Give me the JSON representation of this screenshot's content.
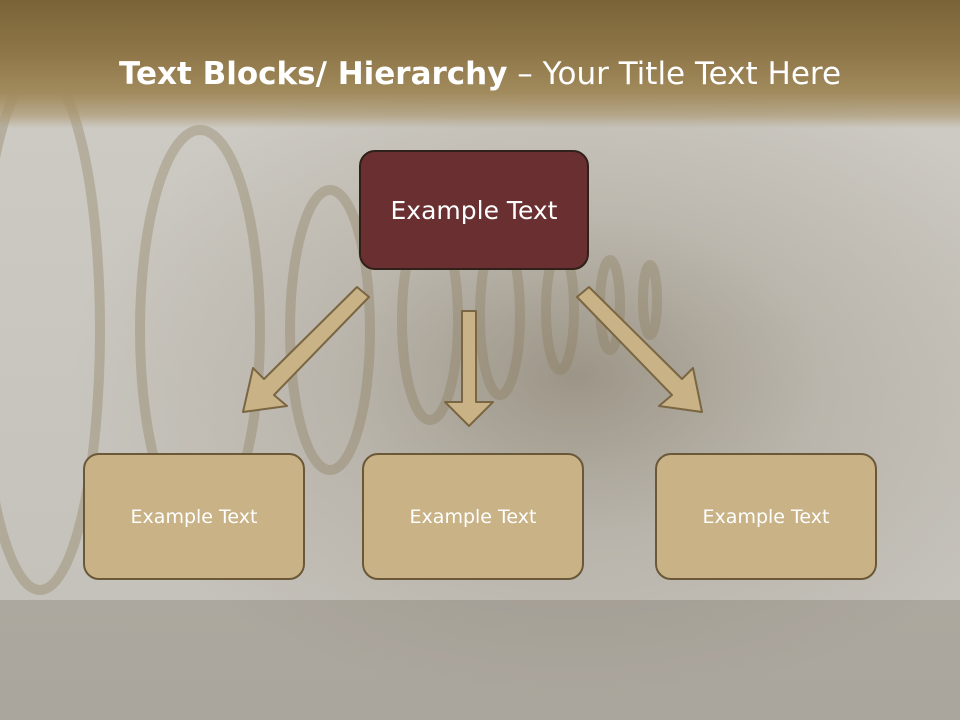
{
  "header": {
    "title_bold": "Text Blocks/ Hierarchy",
    "title_regular": " – Your Title Text Here"
  },
  "diagram": {
    "top": {
      "label": "Example Text"
    },
    "children": [
      {
        "label": "Example Text"
      },
      {
        "label": "Example Text"
      },
      {
        "label": "Example Text"
      }
    ]
  },
  "colors": {
    "header_band": "#8d7547",
    "top_box_fill": "#6a2f30",
    "child_box_fill": "#c8b286",
    "arrow_fill": "#c8b286",
    "arrow_stroke": "#7a6642"
  }
}
